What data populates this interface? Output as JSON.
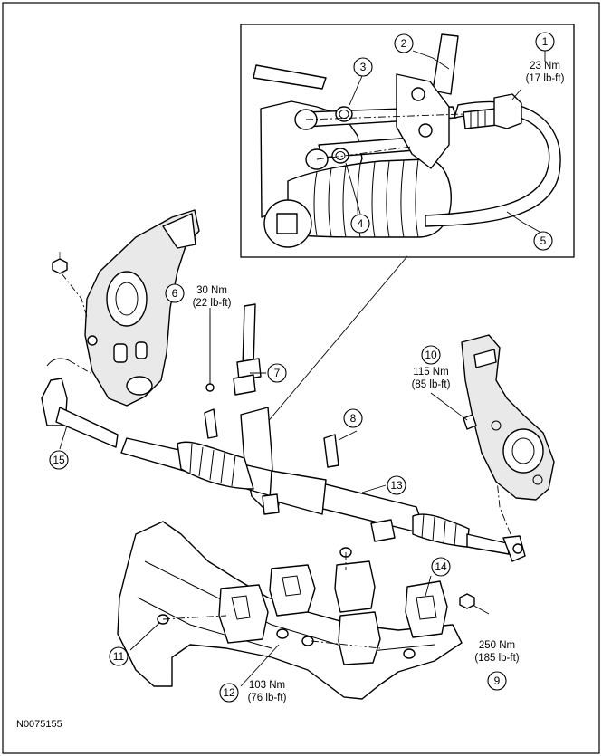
{
  "figure_id": "N0075155",
  "callouts": [
    {
      "num": "1",
      "torque_nm": "23 Nm",
      "torque_lbft": "(17 lb-ft)"
    },
    {
      "num": "2"
    },
    {
      "num": "3"
    },
    {
      "num": "4"
    },
    {
      "num": "5"
    },
    {
      "num": "6",
      "torque_nm": "30 Nm",
      "torque_lbft": "(22 lb-ft)"
    },
    {
      "num": "7"
    },
    {
      "num": "8"
    },
    {
      "num": "9",
      "torque_nm": "250 Nm",
      "torque_lbft": "(185 lb-ft)"
    },
    {
      "num": "10",
      "torque_nm": "115 Nm",
      "torque_lbft": "(85 lb-ft)"
    },
    {
      "num": "11"
    },
    {
      "num": "12",
      "torque_nm": "103 Nm",
      "torque_lbft": "(76 lb-ft)"
    },
    {
      "num": "13"
    },
    {
      "num": "14"
    },
    {
      "num": "15"
    }
  ]
}
